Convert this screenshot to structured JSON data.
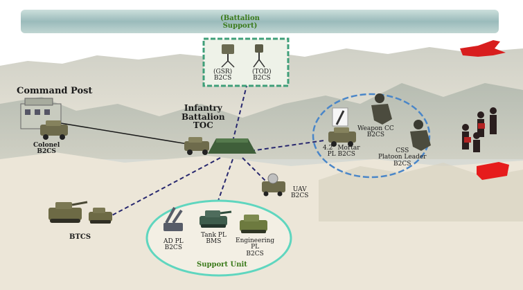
{
  "battalion_support": {
    "title_line1": "(Battalion",
    "title_line2": "Support)",
    "gsr": {
      "line1": "(GSR)",
      "line2": "B2CS"
    },
    "tod": {
      "line1": "(TOD)",
      "line2": "B2CS"
    }
  },
  "command_post": {
    "title": "Command Post",
    "colonel_line1": "Colonel",
    "colonel_line2": "B2CS"
  },
  "toc": {
    "line1": "Infantry",
    "line2": "Battalion",
    "line3": "TOC"
  },
  "weapon_cc": {
    "line1": "Weapon CC",
    "line2": "B2CS"
  },
  "mortar": {
    "line1": "4.2\" Mortar",
    "line2": "PL B2CS"
  },
  "css": {
    "line1": "CSS",
    "line2": "Platoon Leader",
    "line3": "B2CS"
  },
  "uav": {
    "line1": "UAV",
    "line2": "B2CS"
  },
  "btcs": {
    "label": "BTCS"
  },
  "support_unit": {
    "title": "Support Unit",
    "ad": {
      "line1": "AD PL",
      "line2": "B2CS"
    },
    "tank": {
      "line1": "Tank PL",
      "line2": "BMS"
    },
    "eng": {
      "line1": "Engineering",
      "line2": "PL",
      "line3": "B2CS"
    }
  },
  "colors": {
    "sky_band": "#8fb3b3",
    "network_line": "#27276e",
    "command_line": "#1a1a1a",
    "circle_right": "#4a86c8",
    "circle_support": "#5fd6bf",
    "box_border": "#3f9f79",
    "support_title": "#3a7a1a",
    "jet": "#d81e1e"
  }
}
